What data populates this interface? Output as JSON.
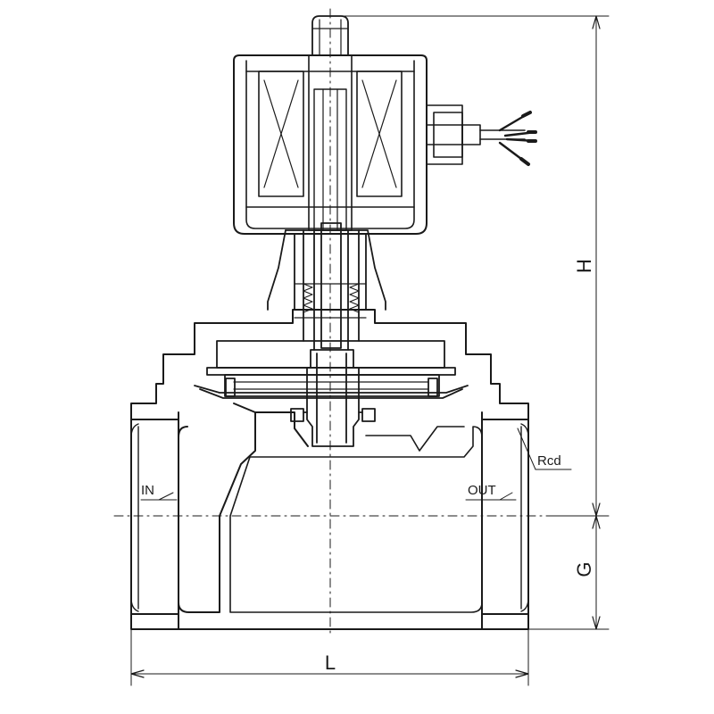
{
  "drawing": {
    "labels": {
      "inlet": "IN",
      "outlet": "OUT",
      "thread": "Rcd",
      "height": "H",
      "center_height": "G",
      "length": "L"
    },
    "colors": {
      "line": "#1a1a1a",
      "background": "#ffffff"
    }
  }
}
